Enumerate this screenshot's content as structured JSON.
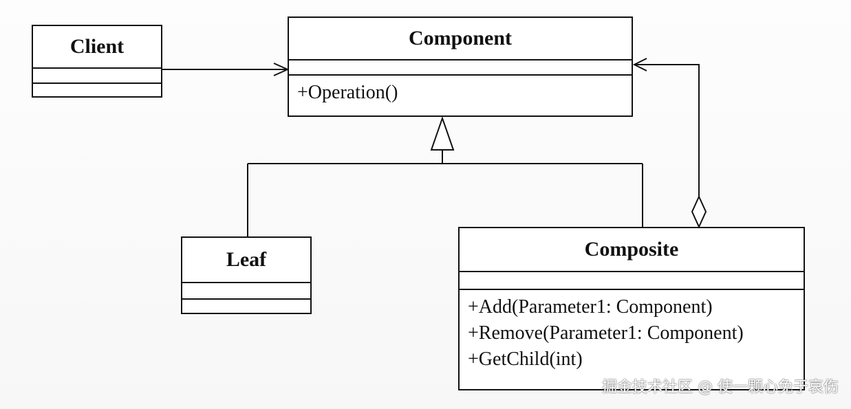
{
  "classes": {
    "client": {
      "name": "Client"
    },
    "component": {
      "name": "Component",
      "operations": [
        "+Operation()"
      ]
    },
    "leaf": {
      "name": "Leaf"
    },
    "composite": {
      "name": "Composite",
      "operations": [
        "+Add(Parameter1: Component)",
        "+Remove(Parameter1: Component)",
        "+GetChild(int)"
      ]
    }
  },
  "relations": [
    {
      "type": "association",
      "from": "Client",
      "to": "Component"
    },
    {
      "type": "generalization",
      "from": "Leaf",
      "to": "Component"
    },
    {
      "type": "generalization",
      "from": "Composite",
      "to": "Component"
    },
    {
      "type": "aggregation",
      "from": "Composite",
      "to": "Component"
    }
  ],
  "watermark": "掘金技术社区 @ 使一颗心免于哀伤"
}
